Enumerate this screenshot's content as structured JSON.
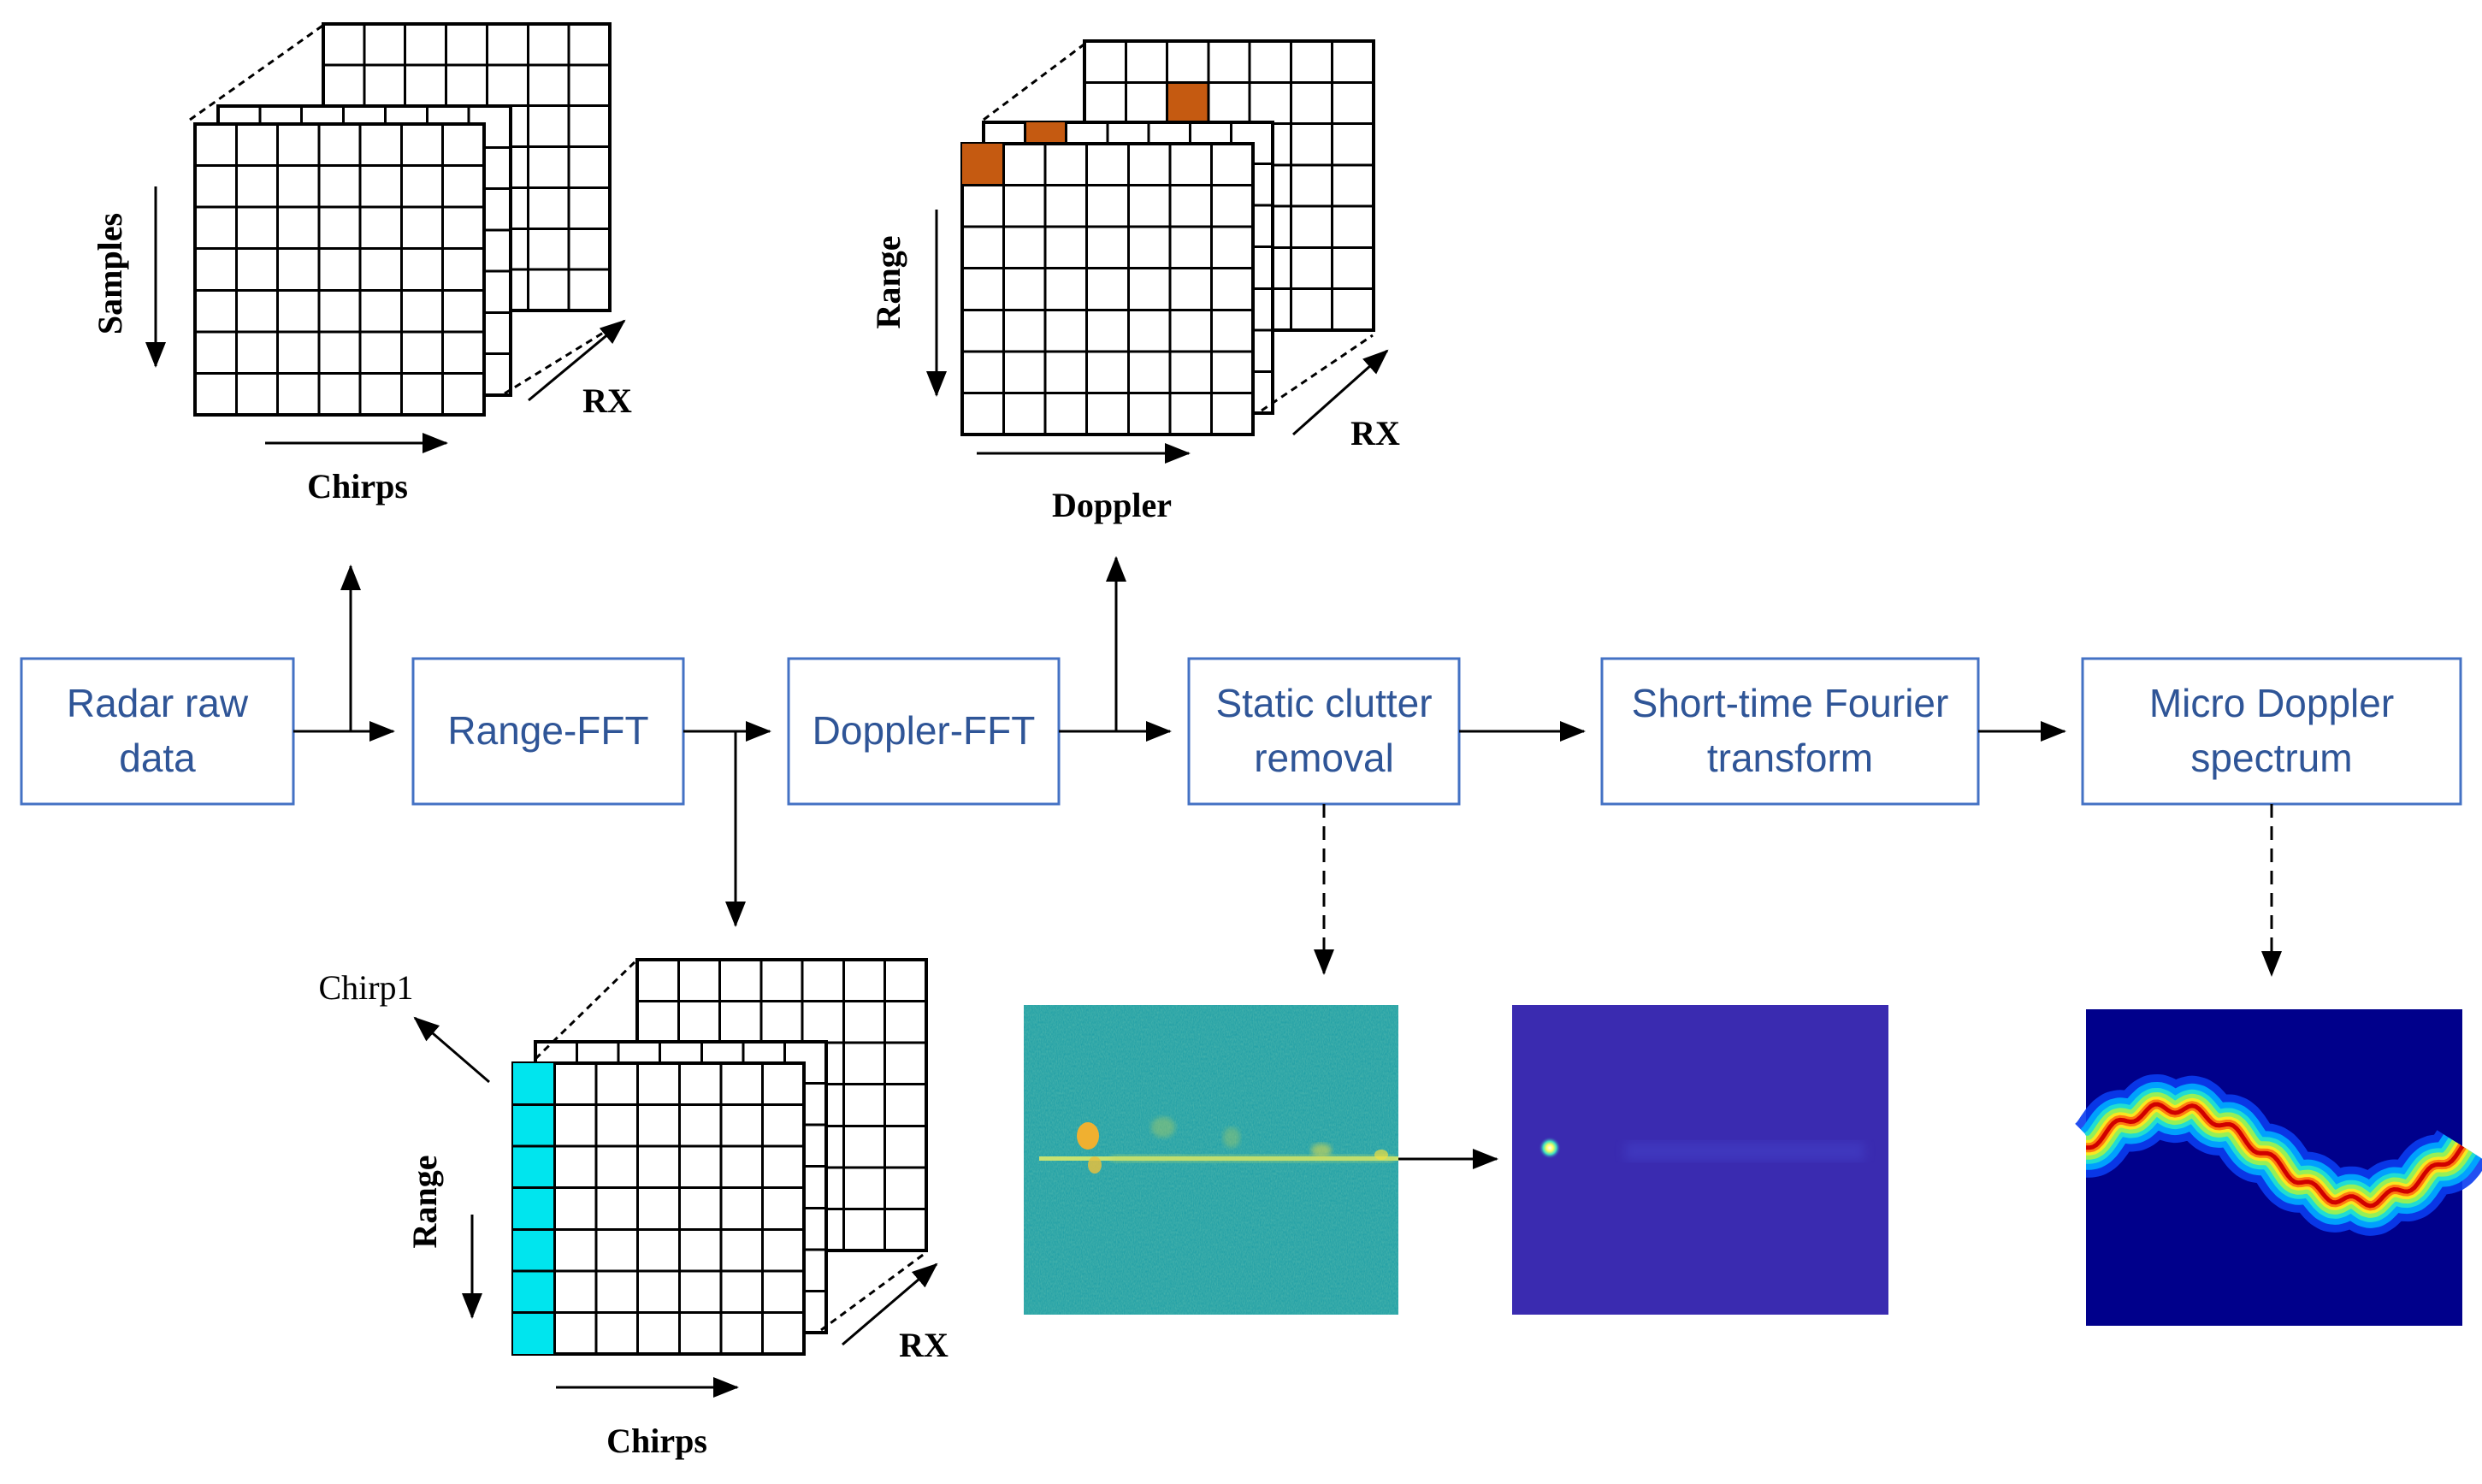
{
  "colors": {
    "box_stroke": "#4472c4",
    "box_text": "#2f5597",
    "highlight_orange": "#c55a11",
    "highlight_cyan": "#00e5ee",
    "grid_line": "#000000"
  },
  "process_boxes": [
    {
      "id": "radar-raw-data",
      "lines": [
        "Radar raw",
        "data"
      ]
    },
    {
      "id": "range-fft",
      "lines": [
        "Range-FFT"
      ]
    },
    {
      "id": "doppler-fft",
      "lines": [
        "Doppler-FFT"
      ]
    },
    {
      "id": "static-clutter-removal",
      "lines": [
        "Static clutter",
        "removal"
      ]
    },
    {
      "id": "short-time-fourier-transform",
      "lines": [
        "Short-time Fourier",
        "transform"
      ]
    },
    {
      "id": "micro-doppler-spectrum",
      "lines": [
        "Micro Doppler",
        "spectrum"
      ]
    }
  ],
  "cubes": {
    "raw": {
      "vertical_label": "Samples",
      "horizontal_label": "Chirps",
      "depth_label": "RX",
      "rows": 7,
      "cols": 7
    },
    "range_doppler": {
      "vertical_label": "Range",
      "horizontal_label": "Doppler",
      "depth_label": "RX",
      "rows": 7,
      "cols": 7
    },
    "range_chirps": {
      "vertical_label": "Range",
      "horizontal_label": "Chirps",
      "depth_label": "RX",
      "pointer_label": "Chirp1",
      "rows": 7,
      "cols": 7
    }
  },
  "images": [
    {
      "id": "range-time-map",
      "type": "noisy heatmap with horizontal line"
    },
    {
      "id": "filtered-map",
      "type": "dark blue map with bright point"
    },
    {
      "id": "micro-doppler-image",
      "type": "jet colormap wavy spectrum"
    }
  ]
}
